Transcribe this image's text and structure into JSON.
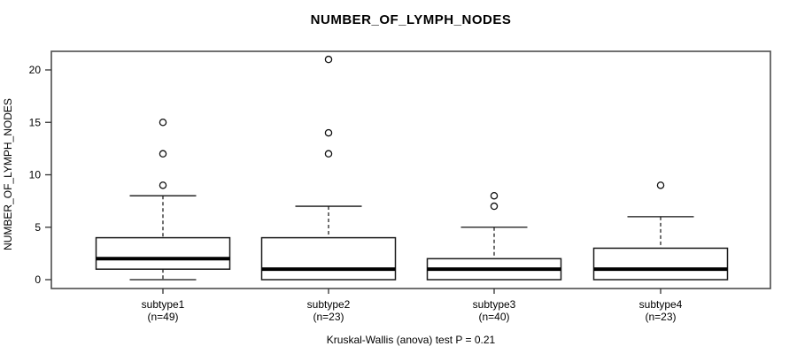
{
  "chart_data": {
    "type": "boxplot",
    "title": "NUMBER_OF_LYMPH_NODES",
    "ylabel": "NUMBER_OF_LYMPH_NODES",
    "xlabel": "",
    "caption": "Kruskal-Wallis (anova) test P = 0.21",
    "ylim": [
      0,
      21
    ],
    "yticks": [
      0,
      5,
      10,
      15,
      20
    ],
    "grid": false,
    "legend": null,
    "line_color": "#000000",
    "box_fill": "#ffffff",
    "groups": [
      {
        "label": "subtype1",
        "sublabel": "(n=49)",
        "n": 49,
        "whisker_low": 0,
        "q1": 1,
        "median": 2,
        "q3": 4,
        "whisker_high": 8,
        "outliers": [
          9,
          12,
          15
        ]
      },
      {
        "label": "subtype2",
        "sublabel": "(n=23)",
        "n": 23,
        "whisker_low": 0,
        "q1": 0,
        "median": 1,
        "q3": 4,
        "whisker_high": 7,
        "outliers": [
          12,
          14,
          21
        ]
      },
      {
        "label": "subtype3",
        "sublabel": "(n=40)",
        "n": 40,
        "whisker_low": 0,
        "q1": 0,
        "median": 1,
        "q3": 2,
        "whisker_high": 5,
        "outliers": [
          7,
          8
        ]
      },
      {
        "label": "subtype4",
        "sublabel": "(n=23)",
        "n": 23,
        "whisker_low": 0,
        "q1": 0,
        "median": 1,
        "q3": 3,
        "whisker_high": 6,
        "outliers": [
          9
        ]
      }
    ]
  }
}
